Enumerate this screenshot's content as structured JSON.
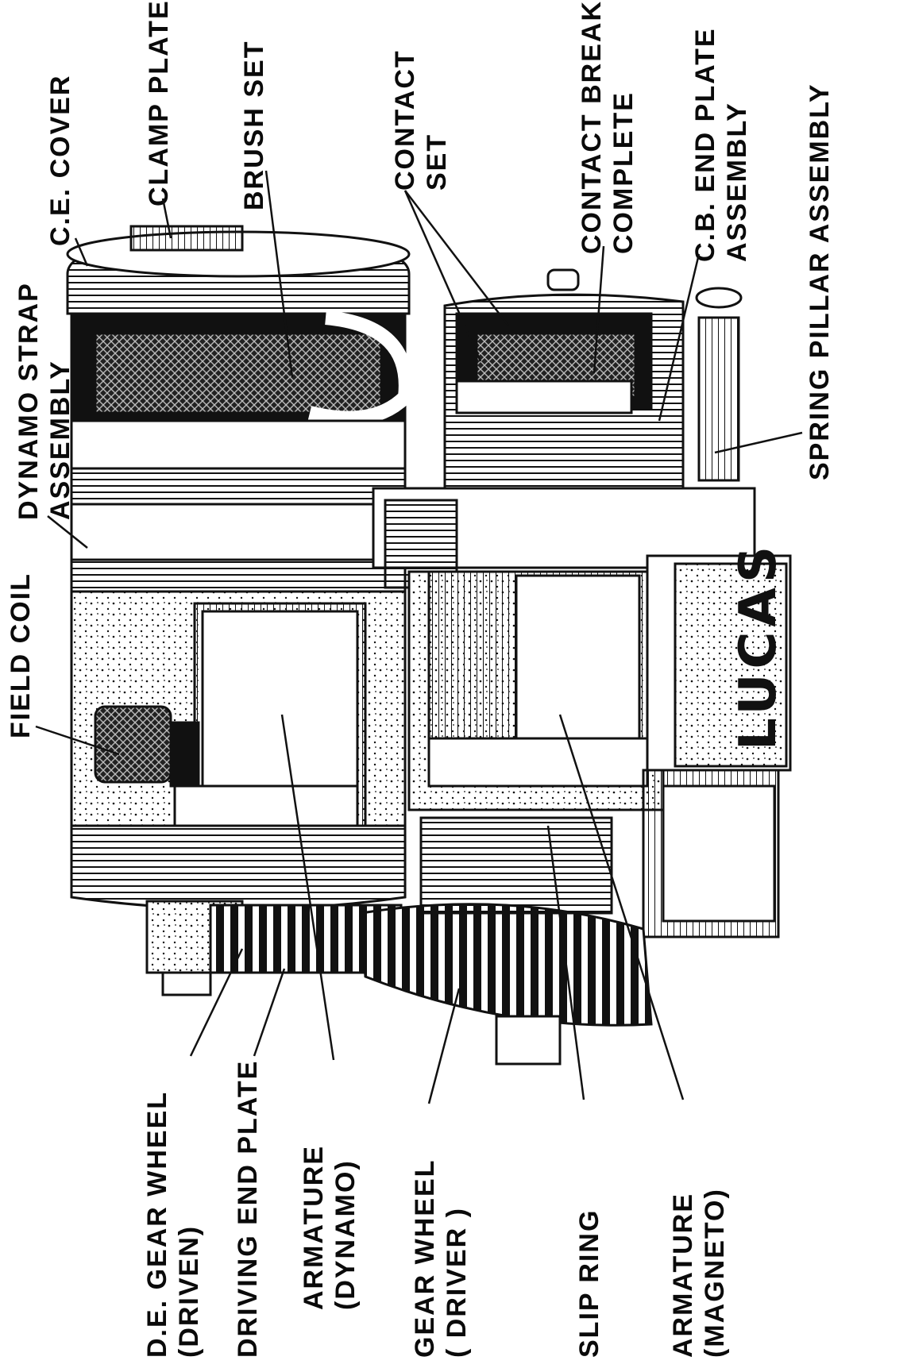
{
  "labels": {
    "ce_cover": "C.E. COVER",
    "clamp_plate": "CLAMP  PLATE",
    "brush_set": "BRUSH  SET",
    "contact_set": [
      "CONTACT",
      "SET"
    ],
    "contact_breaker": [
      "CONTACT  BREAKER",
      "COMPLETE"
    ],
    "cb_end_plate": [
      "C.B. END  PLATE",
      "ASSEMBLY"
    ],
    "spring_pillar": "SPRING  PILLAR  ASSEMBLY",
    "dynamo_strap": [
      "DYNAMO  STRAP",
      "ASSEMBLY"
    ],
    "field_coil": "FIELD COIL",
    "de_gear_wheel": [
      "D.E. GEAR  WHEEL",
      "(DRIVEN)"
    ],
    "driving_end_plate": "DRIVING  END  PLATE",
    "armature_dynamo": [
      "ARMATURE",
      "(DYNAMO)"
    ],
    "gear_wheel_driver": [
      "GEAR  WHEEL",
      "( DRIVER )"
    ],
    "slip_ring": "SLIP  RING",
    "armature_magneto": [
      "ARMATURE",
      "(MAGNETO)"
    ]
  },
  "brand": "LUCAS",
  "colors": {
    "ink": "#111111",
    "paper": "#ffffff",
    "shade": "#cfcfcf"
  }
}
